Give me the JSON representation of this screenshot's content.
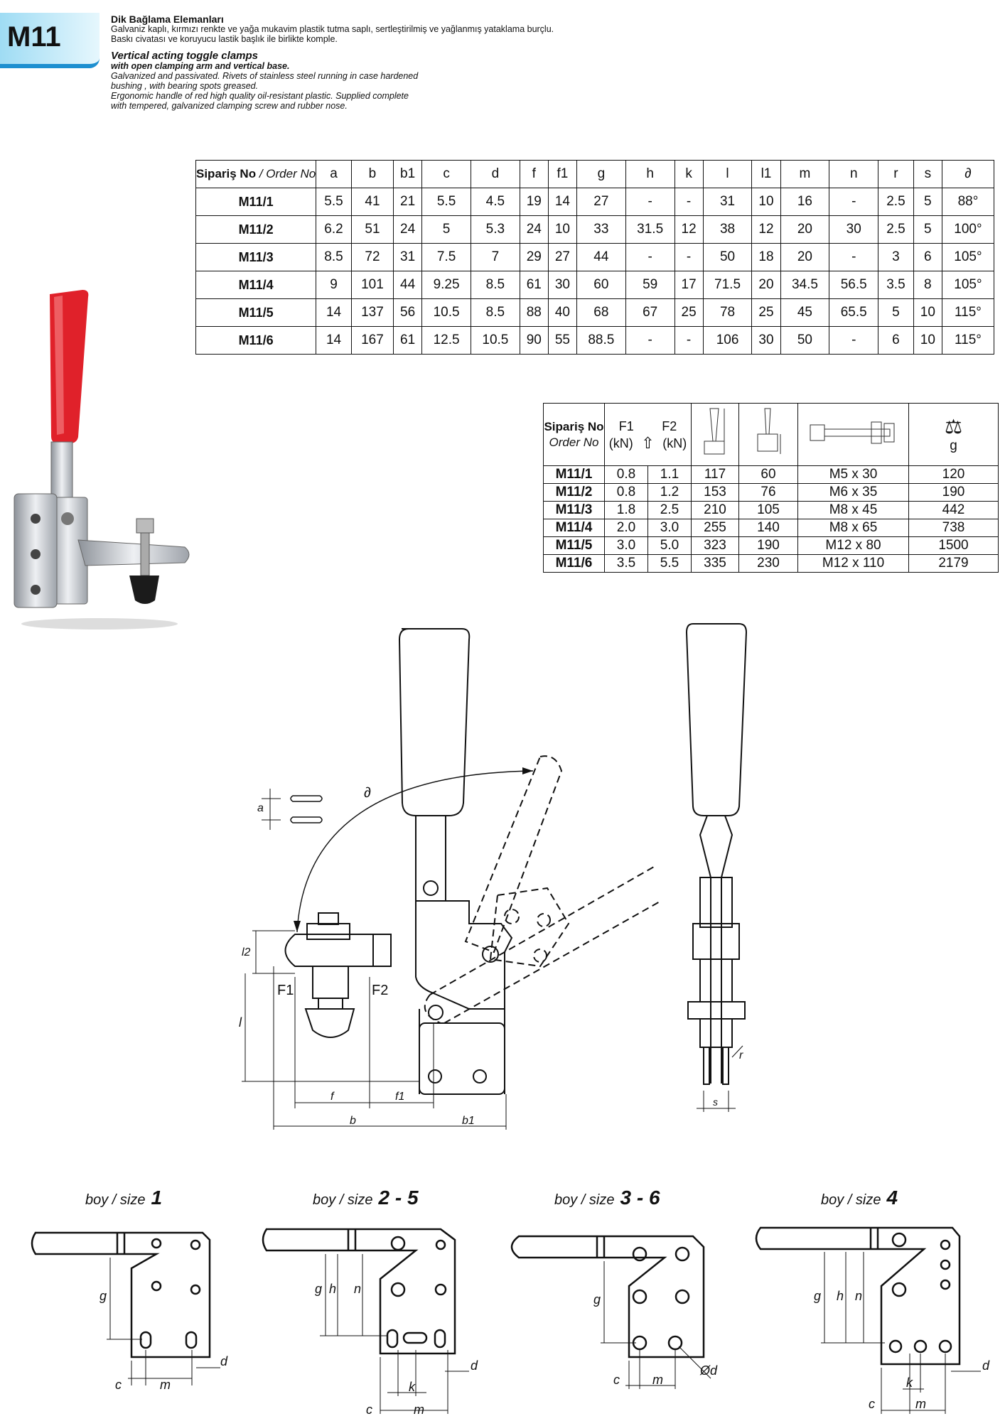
{
  "header": {
    "code": "M11",
    "tr_title": "Dik Bağlama Elemanları",
    "tr_desc_1": "Galvaniz kaplı, kırmızı renkte ve yağa mukavim plastik tutma saplı, sertleştirilmiş ve yağlanmış yataklama burçlu.",
    "tr_desc_2": "Baskı civatası ve koruyucu lastik başlık ile birlikte komple.",
    "en_title": "Vertical acting toggle clamps",
    "en_subtitle": "with open clamping arm and vertical base.",
    "en_desc_1": "Galvanized and passivated. Rivets of stainless steel running in case hardened",
    "en_desc_2": "bushing , with bearing spots greased.",
    "en_desc_3": "Ergonomic handle of red high quality oil-resistant plastic. Supplied complete",
    "en_desc_4": "with tempered, galvanized  clamping screw and rubber nose."
  },
  "dim_table": {
    "order_label_tr": "Sipariş No",
    "order_label_en": "/ Order No",
    "columns": [
      "a",
      "b",
      "b1",
      "c",
      "d",
      "f",
      "f1",
      "g",
      "h",
      "k",
      "l",
      "l1",
      "m",
      "n",
      "r",
      "s",
      "∂"
    ],
    "rows": [
      {
        "id": "M11/1",
        "cells": [
          "5.5",
          "41",
          "21",
          "5.5",
          "4.5",
          "19",
          "14",
          "27",
          "-",
          "-",
          "31",
          "10",
          "16",
          "-",
          "2.5",
          "5",
          "88°"
        ]
      },
      {
        "id": "M11/2",
        "cells": [
          "6.2",
          "51",
          "24",
          "5",
          "5.3",
          "24",
          "10",
          "33",
          "31.5",
          "12",
          "38",
          "12",
          "20",
          "30",
          "2.5",
          "5",
          "100°"
        ]
      },
      {
        "id": "M11/3",
        "cells": [
          "8.5",
          "72",
          "31",
          "7.5",
          "7",
          "29",
          "27",
          "44",
          "-",
          "-",
          "50",
          "18",
          "20",
          "-",
          "3",
          "6",
          "105°"
        ]
      },
      {
        "id": "M11/4",
        "cells": [
          "9",
          "101",
          "44",
          "9.25",
          "8.5",
          "61",
          "30",
          "60",
          "59",
          "17",
          "71.5",
          "20",
          "34.5",
          "56.5",
          "3.5",
          "8",
          "105°"
        ]
      },
      {
        "id": "M11/5",
        "cells": [
          "14",
          "137",
          "56",
          "10.5",
          "8.5",
          "88",
          "40",
          "68",
          "67",
          "25",
          "78",
          "25",
          "45",
          "65.5",
          "5",
          "10",
          "115°"
        ]
      },
      {
        "id": "M11/6",
        "cells": [
          "14",
          "167",
          "61",
          "12.5",
          "10.5",
          "90",
          "55",
          "88.5",
          "-",
          "-",
          "106",
          "30",
          "50",
          "-",
          "6",
          "10",
          "115°"
        ]
      }
    ]
  },
  "force_table": {
    "order_label_tr": "Sipariş No",
    "order_label_en": "Order No",
    "f1": "F1",
    "f2": "F2",
    "kn1": "(kN)",
    "kn2": "(kN)",
    "weight_unit": "g",
    "rows": [
      {
        "id": "M11/1",
        "f1": "0.8",
        "f2": "1.1",
        "h1": "117",
        "h2": "60",
        "screw": "M5 x 30",
        "weight": "120"
      },
      {
        "id": "M11/2",
        "f1": "0.8",
        "f2": "1.2",
        "h1": "153",
        "h2": "76",
        "screw": "M6 x 35",
        "weight": "190"
      },
      {
        "id": "M11/3",
        "f1": "1.8",
        "f2": "2.5",
        "h1": "210",
        "h2": "105",
        "screw": "M8 x 45",
        "weight": "442"
      },
      {
        "id": "M11/4",
        "f1": "2.0",
        "f2": "3.0",
        "h1": "255",
        "h2": "140",
        "screw": "M8 x 65",
        "weight": "738"
      },
      {
        "id": "M11/5",
        "f1": "3.0",
        "f2": "5.0",
        "h1": "323",
        "h2": "190",
        "screw": "M12 x 80",
        "weight": "1500"
      },
      {
        "id": "M11/6",
        "f1": "3.5",
        "f2": "5.5",
        "h1": "335",
        "h2": "230",
        "screw": "M12 x 110",
        "weight": "2179"
      }
    ]
  },
  "drawing_labels": {
    "a": "a",
    "angle": "∂",
    "l2": "l2",
    "l": "l",
    "F1": "F1",
    "F2": "F2",
    "f": "f",
    "f1": "f1",
    "b": "b",
    "b1": "b1",
    "r": "r",
    "s": "s"
  },
  "sizes": [
    {
      "label": "boy / size",
      "num": "1"
    },
    {
      "label": "boy / size",
      "num": "2 - 5"
    },
    {
      "label": "boy / size",
      "num": "3 - 6"
    },
    {
      "label": "boy / size",
      "num": "4"
    }
  ],
  "size_dims": {
    "g": "g",
    "h": "h",
    "n": "n",
    "c": "c",
    "m": "m",
    "d": "d",
    "k": "k",
    "od": "Ød"
  },
  "colors": {
    "accent": "#1d8fd0",
    "handle_red": "#e0212a"
  }
}
